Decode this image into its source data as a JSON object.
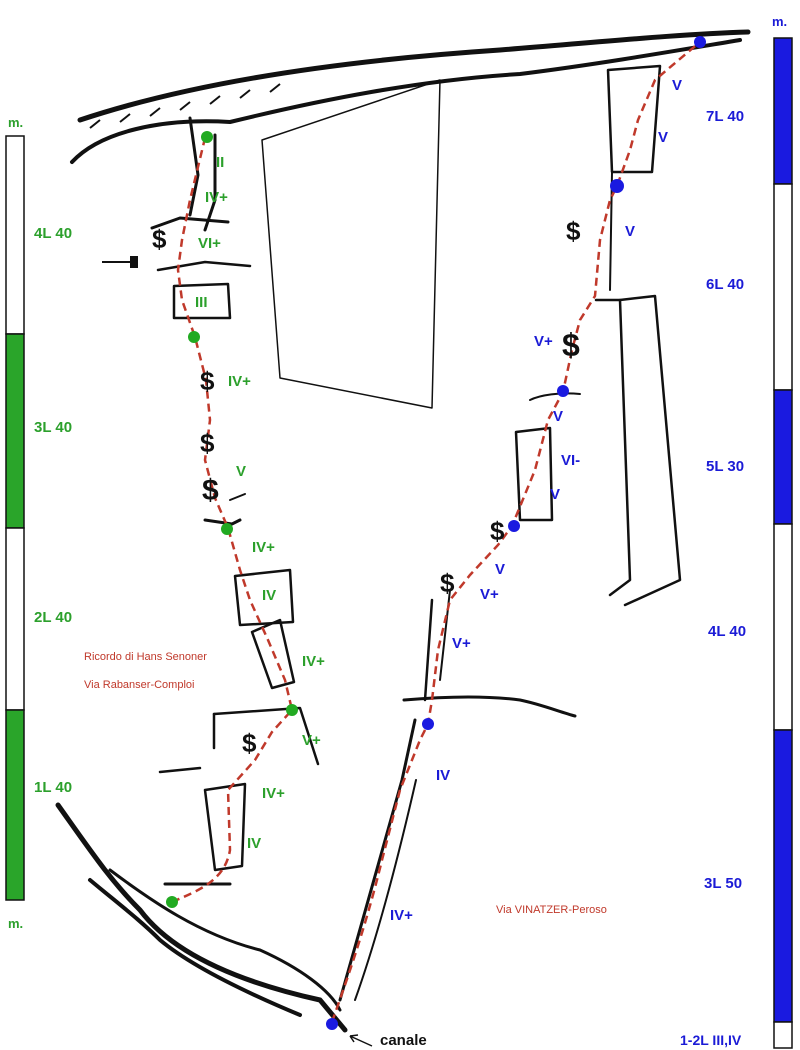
{
  "colors": {
    "left_route": "#2ca02c",
    "right_route": "#1b1bd6",
    "path": "#c0392b",
    "rock": "#111111"
  },
  "left_scale": {
    "unit_top": "m.",
    "unit_bottom": "m.",
    "segments": [
      "4L 40",
      "3L 40",
      "2L 40",
      "1L 40"
    ]
  },
  "right_scale": {
    "unit_top": "m.",
    "segments": [
      "7L 40",
      "6L 40",
      "5L 30",
      "4L 40",
      "3L 50",
      "1-2L III,IV"
    ]
  },
  "left_route": {
    "name": "Ricordo di Hans Senoner",
    "subtitle": "Via Rabanser-Comploi",
    "grades": [
      "II",
      "IV+",
      "VI+",
      "III",
      "IV+",
      "V",
      "IV+",
      "IV",
      "IV+",
      "V+",
      "IV+",
      "IV"
    ]
  },
  "right_route": {
    "name": "Via VINATZER-Peroso",
    "grades": [
      "V",
      "V",
      "V",
      "V+",
      "V",
      "VI-",
      "V",
      "V",
      "V+",
      "V+",
      "IV",
      "IV+"
    ]
  },
  "annotations": {
    "start": "canale"
  },
  "symbols": {
    "piton": "$"
  }
}
